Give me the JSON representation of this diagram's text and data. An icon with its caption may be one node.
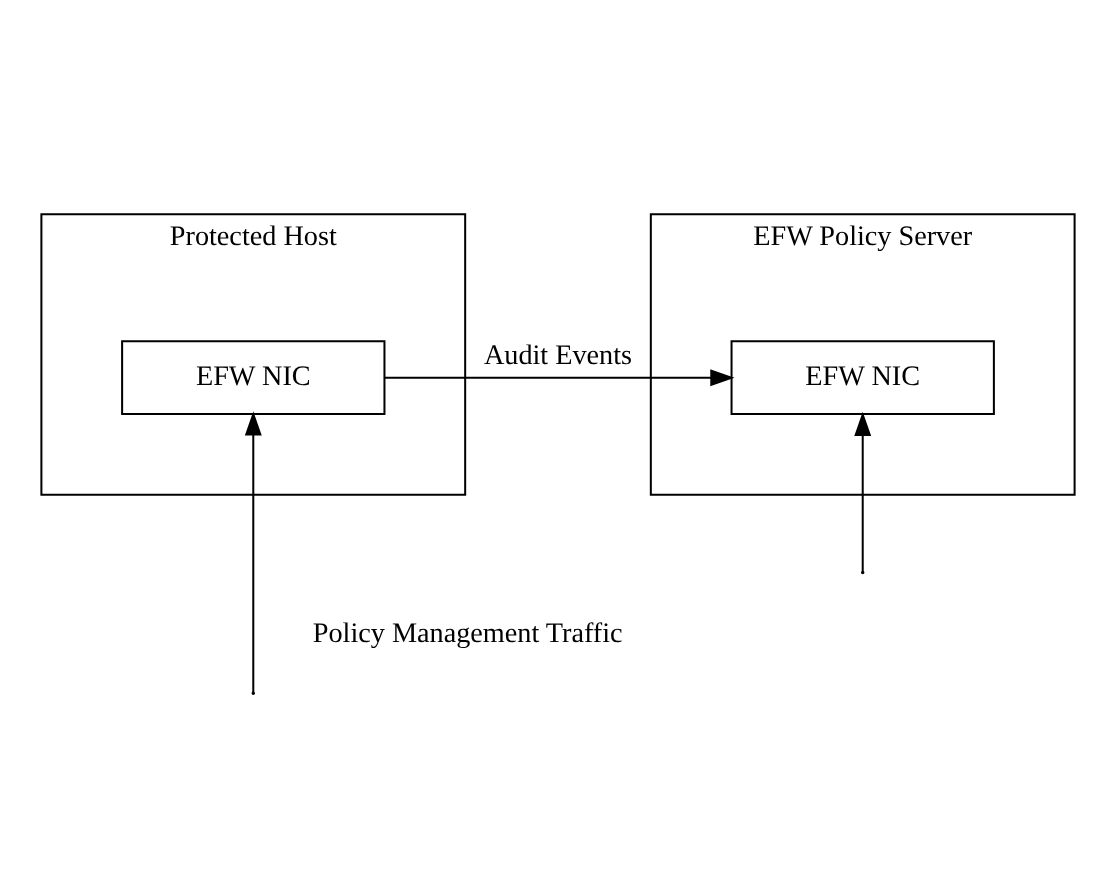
{
  "diagram": {
    "nodes": [
      {
        "text": [
          "Protected Host"
        ]
      },
      {
        "text": [
          "EFW NIC"
        ],
        "in": 0
      },
      {
        "text": [
          "EFW Policy Server"
        ]
      },
      {
        "text": [
          "EFW NIC"
        ],
        "in": 2
      }
    ],
    "edges": [
      {
        "from": 1,
        "to": 3,
        "arrow": "to",
        "label": "Audit Events"
      },
      {
        "from": null,
        "to": 1,
        "arrow": "to",
        "label": "Policy Management Traffic"
      },
      {
        "from": null,
        "to": 3,
        "arrow": "to"
      }
    ]
  }
}
